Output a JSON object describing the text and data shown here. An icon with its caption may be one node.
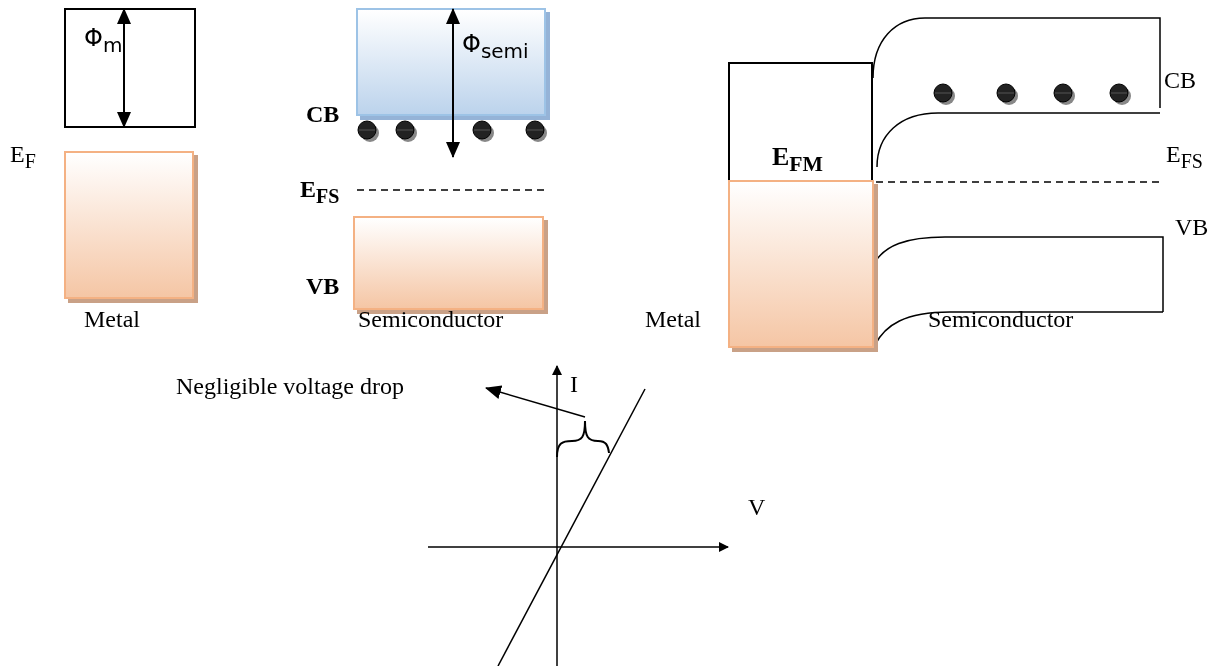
{
  "diagram": {
    "nodes": [
      {
        "text": [
          "Φ$_{m}$"
        ]
      },
      {
        "text": [],
        "shape": "box"
      },
      {
        "text": [
          "Φ$_{semi}$"
        ]
      },
      {
        "text": [],
        "shape": "box"
      },
      {
        "text": [
          "E$_{FM}$"
        ]
      },
      {
        "text": [],
        "shape": "box"
      },
      {
        "text": [
          "Negligible voltage drop"
        ]
      },
      {
        "text": [],
        "shape": "bracket"
      }
    ],
    "edges": [
      {
        "from": 7,
        "to": 6,
        "arrow": "to"
      }
    ],
    "labels": [
      "E$_{F}$",
      "Metal",
      "CB",
      "E$_{FS}$",
      "VB",
      "Semiconductor",
      "CB",
      "E$_{FS}$",
      "VB",
      "Metal",
      "Semiconductor",
      "I",
      "V"
    ]
  }
}
